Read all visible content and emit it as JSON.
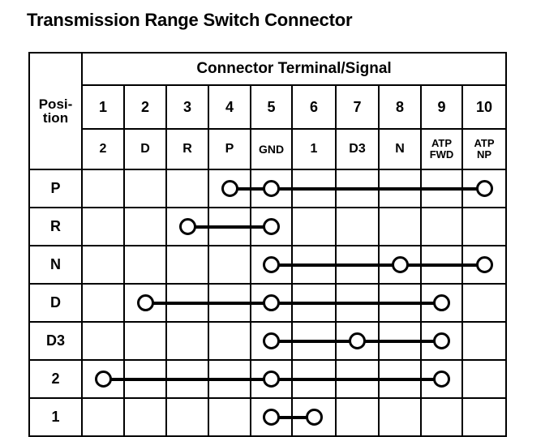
{
  "page": {
    "title": "Transmission Range Switch Connector"
  },
  "table": {
    "position_header": "Posi-\ntion",
    "position_header_line1": "Posi-",
    "position_header_line2": "tion",
    "connector_header": "Connector Terminal/Signal",
    "terminal_numbers": [
      "1",
      "2",
      "3",
      "4",
      "5",
      "6",
      "7",
      "8",
      "9",
      "10"
    ],
    "signal_names": [
      "2",
      "D",
      "R",
      "P",
      "GND",
      "1",
      "D3",
      "N",
      "ATP\nFWD",
      "ATP\nNP"
    ],
    "signal_names_display": [
      {
        "line1": "2",
        "line2": ""
      },
      {
        "line1": "D",
        "line2": ""
      },
      {
        "line1": "R",
        "line2": ""
      },
      {
        "line1": "P",
        "line2": ""
      },
      {
        "line1": "GND",
        "line2": ""
      },
      {
        "line1": "1",
        "line2": ""
      },
      {
        "line1": "D3",
        "line2": ""
      },
      {
        "line1": "N",
        "line2": ""
      },
      {
        "line1": "ATP",
        "line2": "FWD"
      },
      {
        "line1": "ATP",
        "line2": "NP"
      }
    ],
    "rows": [
      {
        "position": "P",
        "nodes": [
          4,
          5,
          10
        ],
        "wire_spans": [
          [
            4,
            5
          ],
          [
            5,
            10
          ]
        ]
      },
      {
        "position": "R",
        "nodes": [
          3,
          5
        ],
        "wire_spans": [
          [
            3,
            5
          ]
        ]
      },
      {
        "position": "N",
        "nodes": [
          5,
          8,
          10
        ],
        "wire_spans": [
          [
            5,
            8
          ],
          [
            8,
            10
          ]
        ]
      },
      {
        "position": "D",
        "nodes": [
          2,
          5,
          9
        ],
        "wire_spans": [
          [
            2,
            5
          ],
          [
            5,
            9
          ]
        ]
      },
      {
        "position": "D3",
        "nodes": [
          5,
          7,
          9
        ],
        "wire_spans": [
          [
            5,
            7
          ],
          [
            7,
            9
          ]
        ]
      },
      {
        "position": "2",
        "nodes": [
          1,
          5,
          9
        ],
        "wire_spans": [
          [
            1,
            5
          ],
          [
            5,
            9
          ]
        ]
      },
      {
        "position": "1",
        "nodes": [
          5,
          6
        ],
        "wire_spans": [
          [
            5,
            6
          ]
        ]
      }
    ]
  },
  "colors": {
    "ink": "#000000",
    "paper": "#ffffff"
  }
}
